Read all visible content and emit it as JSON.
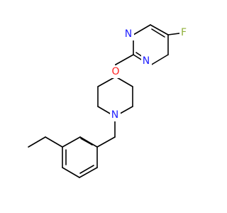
{
  "molecule": {
    "atoms": {
      "n_top": {
        "label": "N",
        "color": "#1f1fff"
      },
      "n_bottom": {
        "label": "N",
        "color": "#1f1fff"
      },
      "fluorine": {
        "label": "F",
        "color": "#8fb03a"
      },
      "oxygen": {
        "label": "O",
        "color": "#ff1f1f"
      },
      "n_piperidine": {
        "label": "N",
        "color": "#1f1fff"
      }
    },
    "bond_color": "#000000"
  }
}
